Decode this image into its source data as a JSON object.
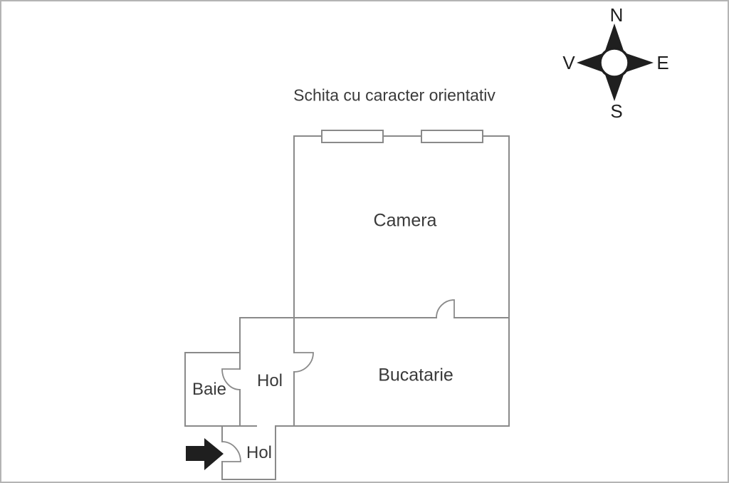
{
  "title": "Schita cu caracter orientativ",
  "compass": {
    "north": "N",
    "east": "E",
    "south": "S",
    "west": "V"
  },
  "rooms": {
    "camera": {
      "label": "Camera"
    },
    "bucatarie": {
      "label": "Bucatarie"
    },
    "hol_upper": {
      "label": "Hol"
    },
    "baie": {
      "label": "Baie"
    },
    "hol_lower": {
      "label": "Hol"
    }
  },
  "colors": {
    "wall": "#8a8a8a",
    "text": "#3a3a3a",
    "ink": "#1f1f1f",
    "background": "#ffffff",
    "frame": "#b4b4b4"
  }
}
